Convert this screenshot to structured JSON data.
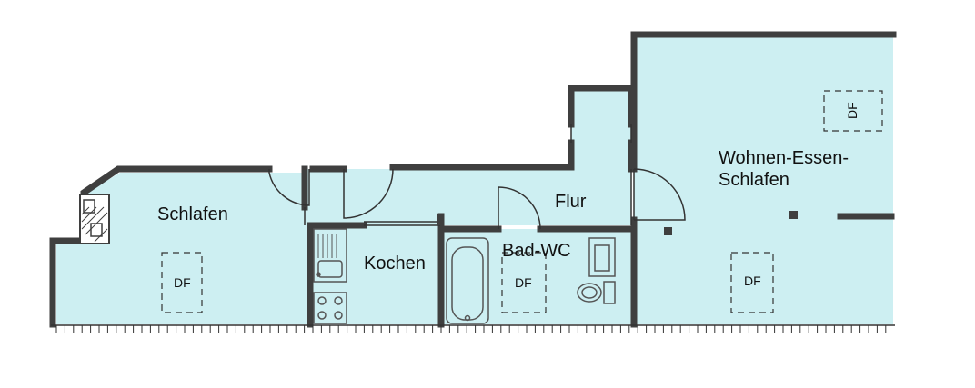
{
  "colors": {
    "floor": "#cdeff2",
    "wall": "#3f3f3f",
    "line": "#333333",
    "fixture": "#555555"
  },
  "rooms": {
    "schlafen": "Schlafen",
    "kochen": "Kochen",
    "flur": "Flur",
    "bad_wc": "Bad-WC",
    "wohnen_line1": "Wohnen-Essen-",
    "wohnen_line2": "Schlafen"
  },
  "skylights": {
    "schlafen": "DF",
    "bad": "DF",
    "wohnen_bottom": "DF",
    "wohnen_top": "DF"
  }
}
